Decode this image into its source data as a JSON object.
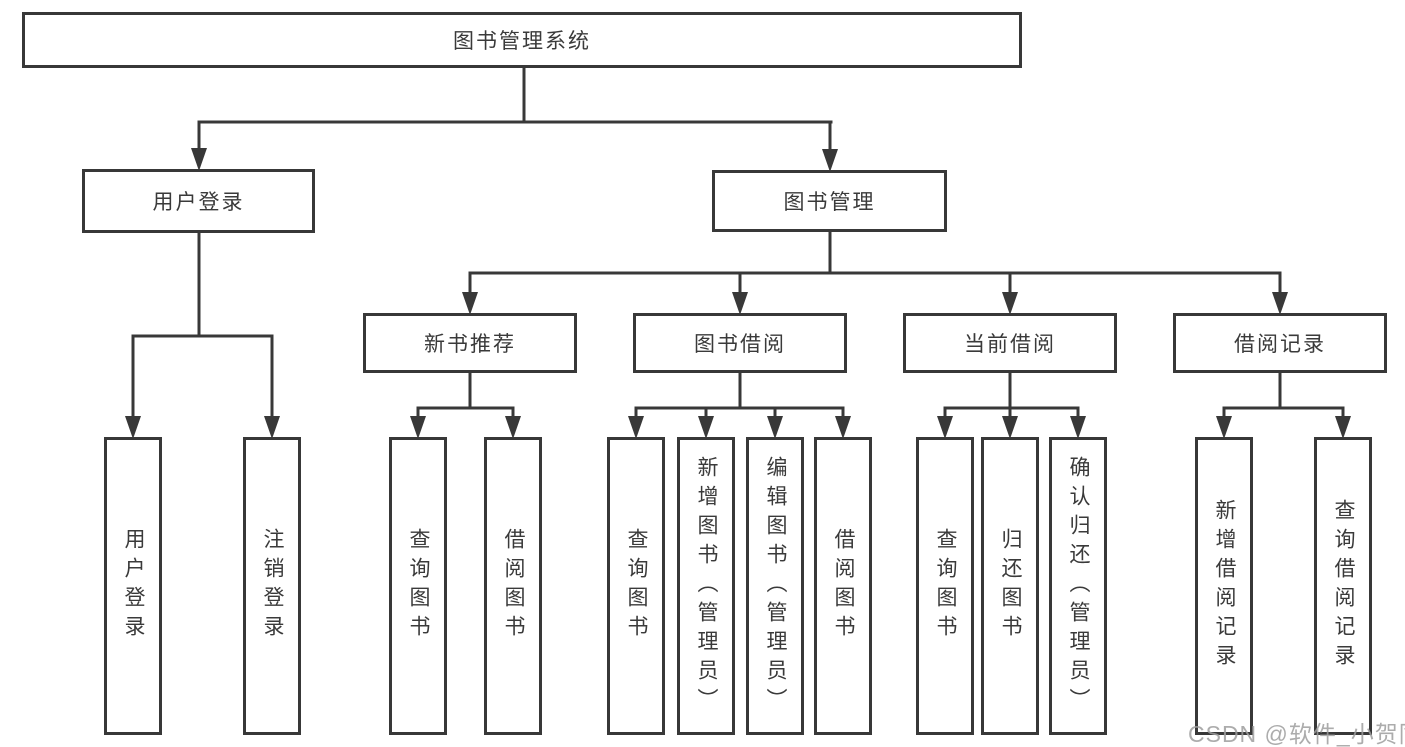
{
  "root": {
    "label": "图书管理系统"
  },
  "login_branch": {
    "label": "用户登录",
    "children": [
      {
        "label": "用户登录"
      },
      {
        "label": "注销登录"
      }
    ]
  },
  "mgmt_branch": {
    "label": "图书管理",
    "sections": [
      {
        "label": "新书推荐",
        "children": [
          {
            "label": "查询图书"
          },
          {
            "label": "借阅图书"
          }
        ]
      },
      {
        "label": "图书借阅",
        "children": [
          {
            "label": "查询图书"
          },
          {
            "label": "新增图书（管理员）"
          },
          {
            "label": "编辑图书（管理员）"
          },
          {
            "label": "借阅图书"
          }
        ]
      },
      {
        "label": "当前借阅",
        "children": [
          {
            "label": "查询图书"
          },
          {
            "label": "归还图书"
          },
          {
            "label": "确认归还（管理员）"
          }
        ]
      },
      {
        "label": "借阅记录",
        "children": [
          {
            "label": "新增借阅记录"
          },
          {
            "label": "查询借阅记录"
          }
        ]
      }
    ]
  },
  "watermark": {
    "text": "CSDN @软件_小贺同学"
  },
  "colors": {
    "line": "#383838",
    "text": "#3a3a3a",
    "watermark": "#9e9e9e",
    "background": "#ffffff"
  }
}
